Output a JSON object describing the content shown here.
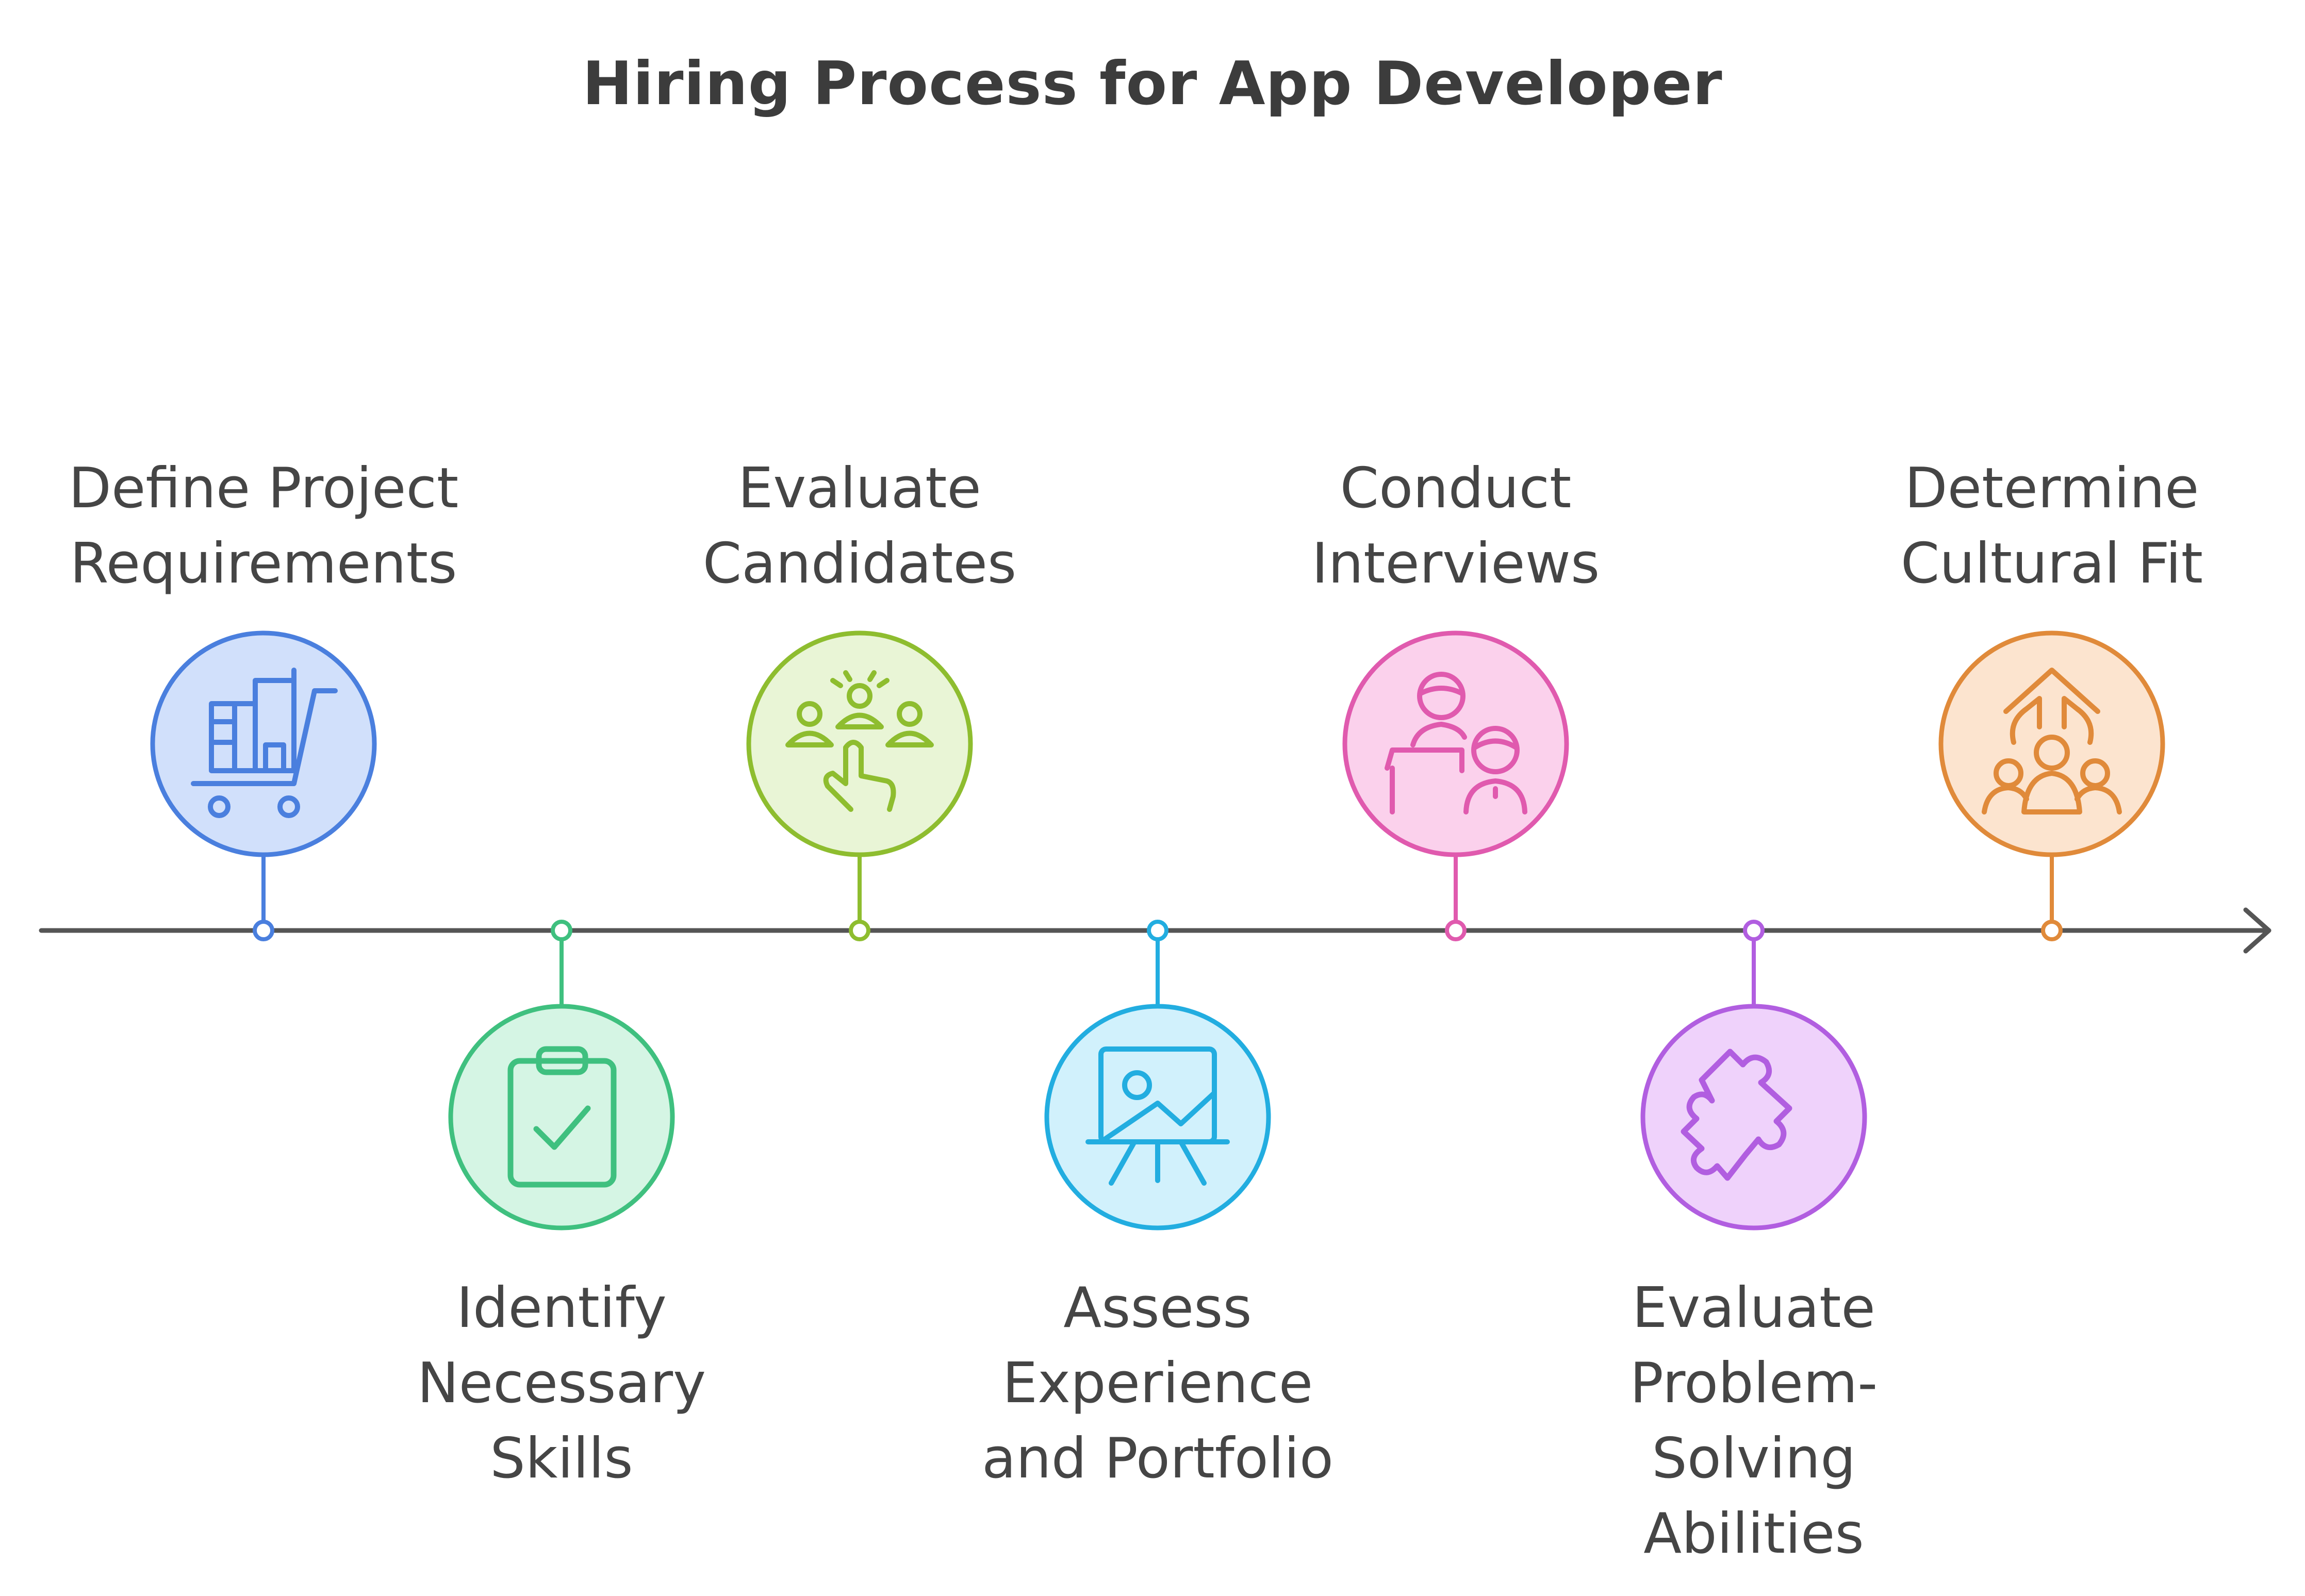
{
  "title": "Hiring Process for App Developer",
  "steps": [
    {
      "label": "Define Project\nRequirements",
      "icon": "shopping-cart-building-icon",
      "color": "#4a7fde",
      "fill": "#d1e0fb"
    },
    {
      "label": "Identify\nNecessary\nSkills",
      "icon": "clipboard-check-icon",
      "color": "#3fc07f",
      "fill": "#d5f5e4"
    },
    {
      "label": "Evaluate\nCandidates",
      "icon": "candidates-select-icon",
      "color": "#8ebd2f",
      "fill": "#e9f5d6"
    },
    {
      "label": "Assess\nExperience\nand Portfolio",
      "icon": "presentation-board-icon",
      "color": "#22ade0",
      "fill": "#d1f1fc"
    },
    {
      "label": "Conduct\nInterviews",
      "icon": "interview-people-icon",
      "color": "#e05aae",
      "fill": "#fbd1ec"
    },
    {
      "label": "Evaluate\nProblem-\nSolving\nAbilities",
      "icon": "puzzle-piece-icon",
      "color": "#b15ee0",
      "fill": "#efd2fb"
    },
    {
      "label": "Determine\nCultural Fit",
      "icon": "team-growth-icon",
      "color": "#e08a3a",
      "fill": "#fce4cf"
    }
  ]
}
